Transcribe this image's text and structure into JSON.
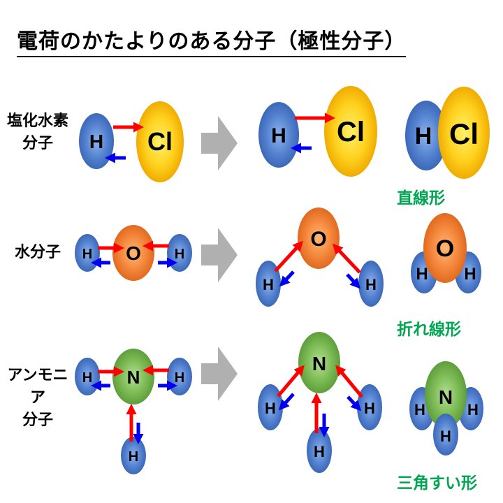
{
  "title": "電荷のかたよりのある分子（極性分子）",
  "rows": [
    {
      "label_line1": "塩化水素",
      "label_line2": "分子",
      "shape": "直線形"
    },
    {
      "label_line1": "水分子",
      "label_line2": "",
      "shape": "折れ線形"
    },
    {
      "label_line1": "アンモニア",
      "label_line2": "分子",
      "shape": "三角すい形"
    }
  ],
  "atoms": {
    "H": "H",
    "Cl": "Cl",
    "O": "O",
    "N": "N"
  },
  "colors": {
    "H": "#4a78c8",
    "Cl": "#f5b400",
    "O": "#ee7a30",
    "N": "#6fb048",
    "red_arrow": "#ff0000",
    "blue_arrow": "#0000ee",
    "shape_text": "#00a651",
    "process_arrow": "#b0b0b0"
  }
}
